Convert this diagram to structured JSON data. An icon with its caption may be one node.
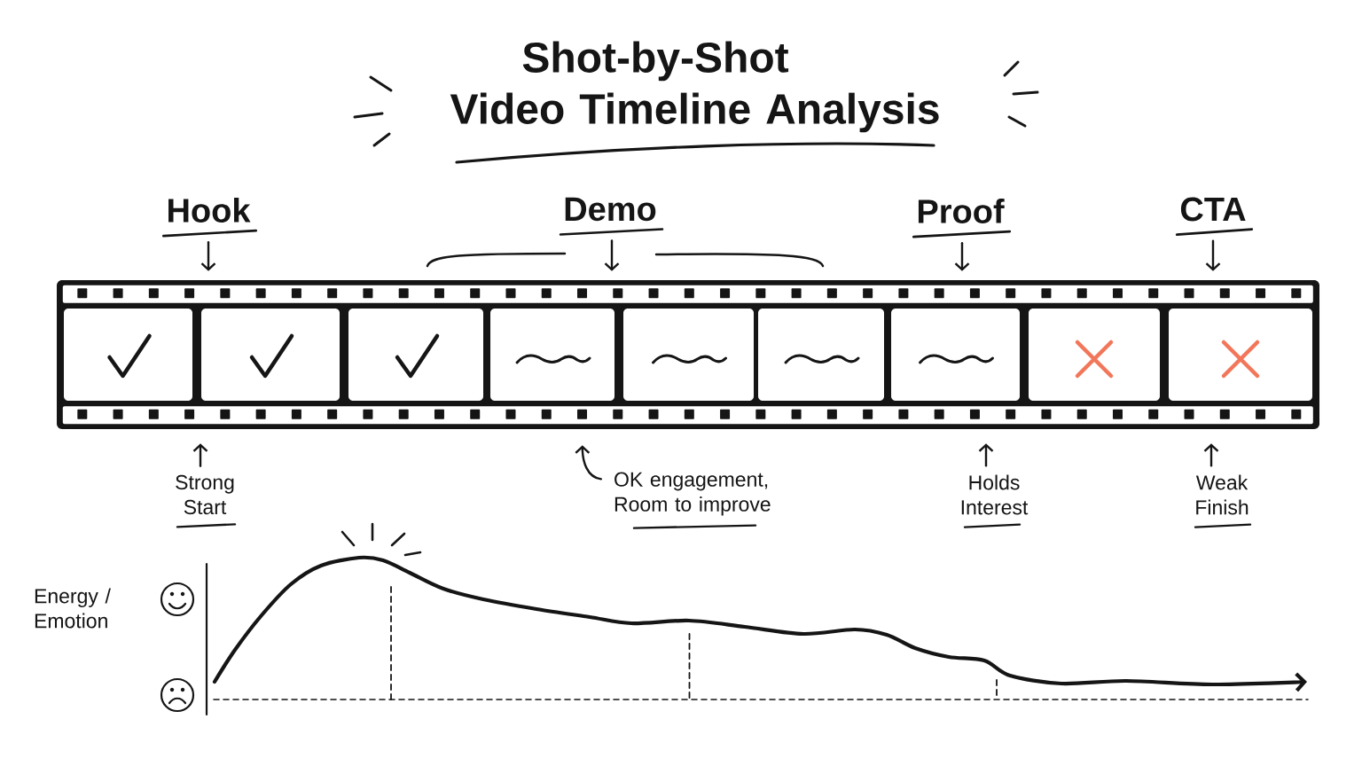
{
  "diagram": {
    "title": "Shot-by-Shot Video Timeline Analysis",
    "nodes": [
      {
        "text": [
          "Hook"
        ]
      },
      {
        "text": [
          "Demo"
        ]
      },
      {
        "text": [
          "Proof"
        ]
      },
      {
        "text": [
          "CTA"
        ]
      },
      {
        "text": [],
        "shape": "box"
      },
      {
        "text": [],
        "shape": "box",
        "in": 4
      },
      {
        "text": [],
        "shape": "box",
        "in": 4
      },
      {
        "text": [],
        "shape": "box",
        "in": 4
      },
      {
        "text": [],
        "shape": "box",
        "in": 4
      },
      {
        "text": [],
        "shape": "box",
        "in": 4
      },
      {
        "text": [],
        "shape": "box",
        "in": 4
      },
      {
        "text": [],
        "shape": "box",
        "in": 4
      },
      {
        "text": [],
        "shape": "box",
        "in": 4
      },
      {
        "text": [],
        "shape": "box",
        "in": 4
      },
      {
        "text": [
          "Strong Start"
        ]
      },
      {
        "text": [
          "OK engagement, Room to improve"
        ]
      },
      {
        "text": [
          "Holds Interest"
        ]
      },
      {
        "text": [
          "Weak Finish"
        ]
      }
    ],
    "edges": [
      {
        "from": 0,
        "to": 4,
        "arrow": "to"
      },
      {
        "from": 1,
        "to": 4,
        "arrow": "to"
      },
      {
        "from": 2,
        "to": 4,
        "arrow": "to"
      },
      {
        "from": 3,
        "to": 4,
        "arrow": "to"
      },
      {
        "from": 14,
        "to": 4,
        "arrow": "to"
      },
      {
        "from": 15,
        "to": 4,
        "arrow": "to"
      },
      {
        "from": 16,
        "to": 4,
        "arrow": "to"
      },
      {
        "from": 17,
        "to": 4,
        "arrow": "to"
      }
    ],
    "labels": [
      "Energy / Emotion"
    ]
  }
}
